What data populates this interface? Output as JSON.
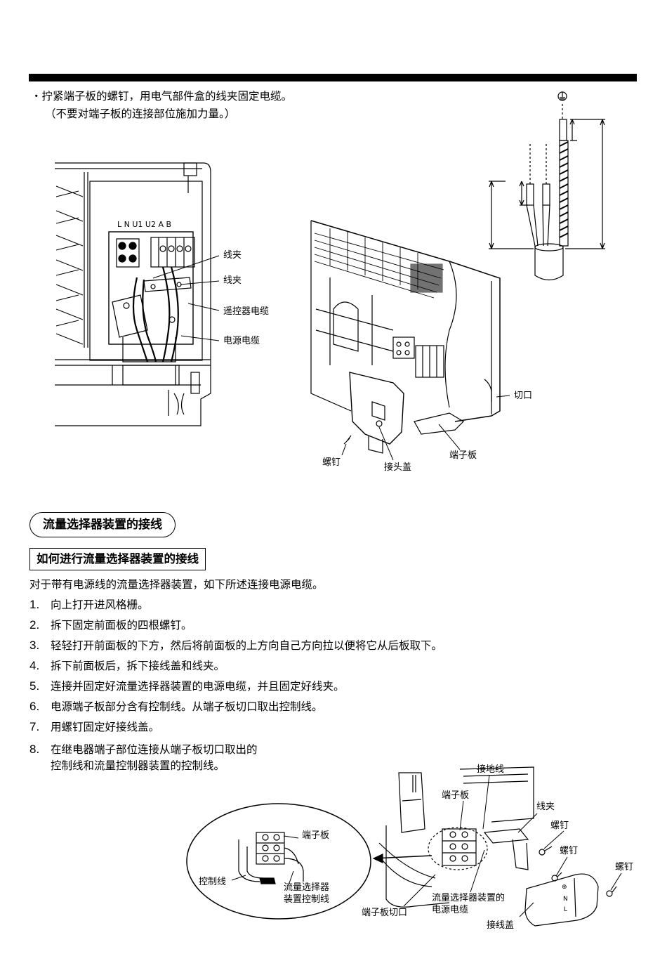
{
  "intro": {
    "line1": "・拧紧端子板的螺钉，用电气部件盒的线夹固定电缆。",
    "line2": "（不要对端子板的连接部位施加力量。）"
  },
  "fig1": {
    "terminals": "L    N      U1 U2  A   B",
    "clamp1": "线夹",
    "clamp2": "线夹",
    "remote_cable": "遥控器电缆",
    "power_cable": "电源电缆"
  },
  "fig2": {
    "notch": "切口",
    "screw": "螺钉",
    "joint_cover": "接头盖",
    "terminal_board": "端子板"
  },
  "section": {
    "title": "流量选择器装置的接线",
    "subtitle": "如何进行流量选择器装置的接线",
    "lead": "对于带有电源线的流量选择器装置，如下所述连接电源电缆。"
  },
  "steps": [
    {
      "num": "1.",
      "text": "向上打开进风格栅。"
    },
    {
      "num": "2.",
      "text": "拆下固定前面板的四根螺钉。"
    },
    {
      "num": "3.",
      "text": "轻轻打开前面板的下方，然后将前面板的上方向自己方向拉以便将它从后板取下。"
    },
    {
      "num": "4.",
      "text": "拆下前面板后，拆下接线盖和线夹。"
    },
    {
      "num": "5.",
      "text": "连接并固定好流量选择器装置的电源电缆，并且固定好线夹。"
    },
    {
      "num": "6.",
      "text": "电源端子板部分含有控制线。从端子板切口取出控制线。"
    },
    {
      "num": "7.",
      "text": "用螺钉固定好接线盖。"
    },
    {
      "num": "8.",
      "text": "在继电器端子部位连接从端子板切口取出的",
      "text2": "控制线和流量控制器装置的控制线。"
    }
  ],
  "fig3": {
    "ground_wire": "接地线",
    "terminal_board_top": "端子板",
    "clamp": "线夹",
    "screw1": "螺钉",
    "screw2": "螺钉",
    "screw3": "螺钉",
    "terminal_board_zoom": "端子板",
    "control_wire": "控制线",
    "fsu_control_1": "流量选择器",
    "fsu_control_2": "装置控制线",
    "fsu_power_1": "流量选择器装置的",
    "fsu_power_2": "电源电缆",
    "board_notch": "端子板切口",
    "wiring_cover": "接线盖"
  }
}
